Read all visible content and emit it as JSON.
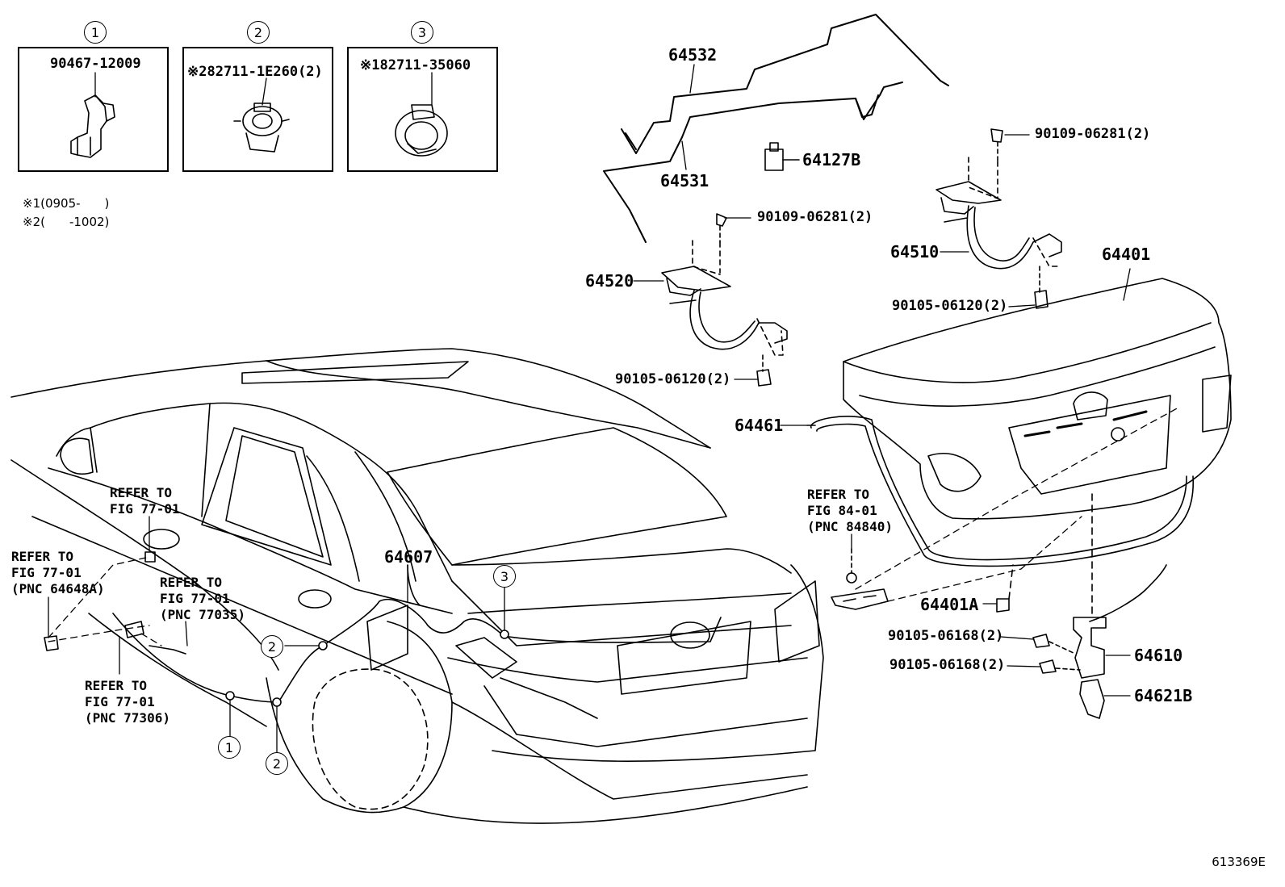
{
  "figure_id": "613369E",
  "insets": [
    {
      "num": "1",
      "part": "90467-12009"
    },
    {
      "num": "2",
      "part": "※282711-1E260(2)"
    },
    {
      "num": "3",
      "part": "※182711-35060"
    }
  ],
  "notes": [
    "※1(0905-　　)",
    "※2(　　-1002)"
  ],
  "parts": {
    "p64532": "64532",
    "p64531": "64531",
    "p64127B": "64127B",
    "p90109_a": "90109-06281(2)",
    "p90109_b": "90109-06281(2)",
    "p64520": "64520",
    "p64510": "64510",
    "p64401": "64401",
    "p90105_120_a": "90105-06120(2)",
    "p90105_120_b": "90105-06120(2)",
    "p64461": "64461",
    "p64607": "64607",
    "p64401A": "64401A",
    "p90105_168_a": "90105-06168(2)",
    "p90105_168_b": "90105-06168(2)",
    "p64610": "64610",
    "p64621B": "64621B"
  },
  "refs": {
    "r1": "REFER TO\nFIG 77-01",
    "r2": "REFER TO\nFIG 77-01\n(PNC 64648A)",
    "r3": "REFER TO\nFIG 77-01\n(PNC 77035)",
    "r4": "REFER TO\nFIG 77-01\n(PNC 77306)",
    "r5": "REFER TO\nFIG 84-01\n(PNC 84840)"
  },
  "callouts": {
    "c1": "1",
    "c2a": "2",
    "c2b": "2",
    "c3": "3"
  }
}
